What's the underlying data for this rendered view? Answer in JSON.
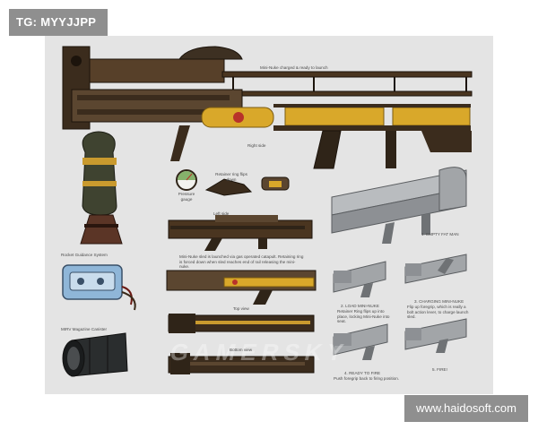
{
  "overlay": {
    "top_left_tag": "TG: MYYJJPP",
    "bottom_right_watermark": "www.haidosoft.com",
    "center_watermark": "GAMERSKY"
  },
  "captions": {
    "mininuke_charged": "Mini-Nuke charged & ready to launch",
    "right_side": "Right side",
    "pressure_gauge": "Pressure gauge",
    "retainer_ring": "Retainer ring flips down",
    "left_side": "Left side",
    "mininuke_sled": "Mini-Nuke sled is launched via gas operated catapult. Retaining ring is forced down when sled reaches end of rail releasing the mini-nuke.",
    "rocket_guidance": "Rocket Guidance System",
    "mirv_canister": "MIRV Magazine Canister",
    "top_view": "Top view",
    "bottom_view": "Bottom view",
    "empty_fat_man": "1. EMPTY FAT MAN",
    "load_mininuke": "2. LOAD MINI-NUKE",
    "load_mininuke_desc": "Retainer Ring flips up into place, locking Mini-Nuke into seat.",
    "charging_mininuke": "3. CHARGING MINI-NUKE",
    "charging_desc": "Flip up foregrip, which is really a bolt action lever, to charge launch sled.",
    "ready_to_fire": "4. READY TO FIRE",
    "ready_desc": "Push foregrip back to firing position.",
    "fire": "5. FIRE!"
  },
  "colors": {
    "metal_dark": "#2f2418",
    "rust": "#6b4a2c",
    "brass": "#d9a82a",
    "steel": "#8d9094",
    "steel_light": "#b9bcbf",
    "blueprint_blue": "#8fb6d8",
    "warning_red": "#b8322a",
    "sheet_bg": "#e4e4e4",
    "badge_bg": "#8f8f8f"
  }
}
